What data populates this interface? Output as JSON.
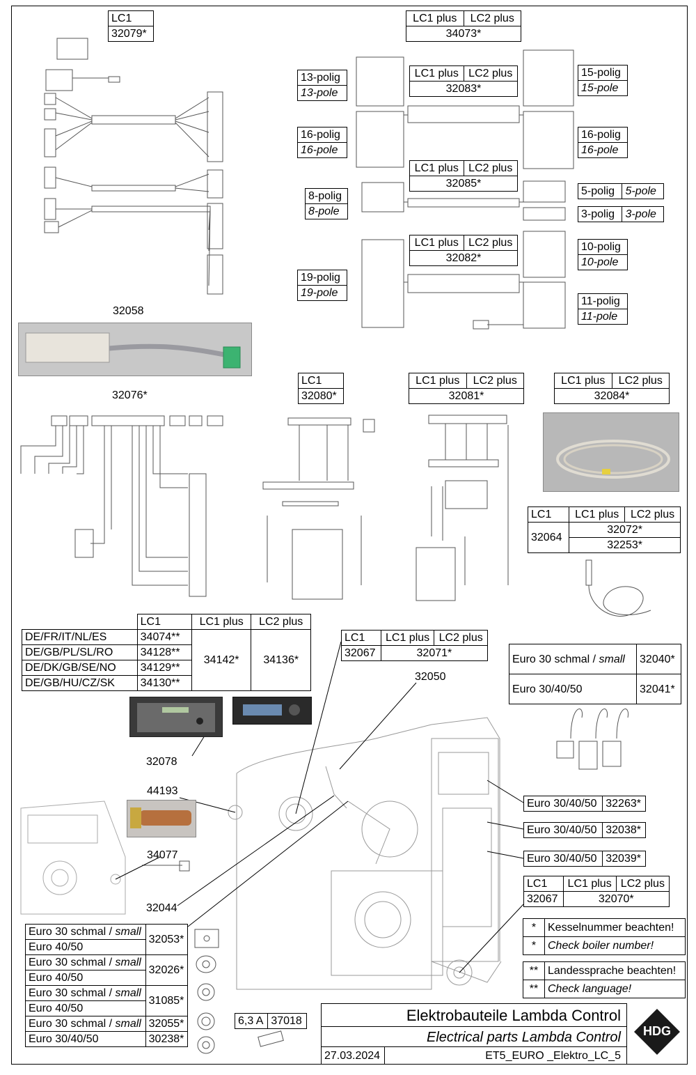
{
  "parts": {
    "lc1_harness": {
      "model": "LC1",
      "number": "32079*"
    },
    "combo_harness": {
      "models": [
        "LC1 plus",
        "LC2 plus"
      ],
      "number": "34073*"
    },
    "harness_32083": {
      "models": [
        "LC1 plus",
        "LC2 plus"
      ],
      "number": "32083*"
    },
    "harness_32085": {
      "models": [
        "LC1 plus",
        "LC2 plus"
      ],
      "number": "32085*"
    },
    "harness_32082": {
      "models": [
        "LC1 plus",
        "LC2 plus"
      ],
      "number": "32082*"
    },
    "cable_32058": {
      "number": "32058"
    },
    "harness_32076": {
      "number": "32076*"
    },
    "kit_32080": {
      "model": "LC1",
      "number": "32080*"
    },
    "kit_32081": {
      "models": [
        "LC1 plus",
        "LC2 plus"
      ],
      "number": "32081*"
    },
    "cable_32084": {
      "models": [
        "LC1 plus",
        "LC2 plus"
      ],
      "number": "32084*"
    },
    "controller_32078": {
      "number": "32078"
    },
    "sensor_32050": {
      "number": "32050"
    },
    "sleeve_44193": {
      "number": "44193"
    },
    "sensor_34077": {
      "number": "34077"
    },
    "sensor_32044": {
      "number": "32044"
    }
  },
  "connectors": {
    "p13": {
      "de": "13-polig",
      "en": "13-pole"
    },
    "p16a": {
      "de": "16-polig",
      "en": "16-pole"
    },
    "p15": {
      "de": "15-polig",
      "en": "15-pole"
    },
    "p16b": {
      "de": "16-polig",
      "en": "16-pole"
    },
    "p8": {
      "de": "8-polig",
      "en": "8-pole"
    },
    "p5": {
      "de": "5-polig",
      "en": "5-pole"
    },
    "p3": {
      "de": "3-polig",
      "en": "3-pole"
    },
    "p10": {
      "de": "10-polig",
      "en": "10-pole"
    },
    "p19": {
      "de": "19-polig",
      "en": "19-pole"
    },
    "p11": {
      "de": "11-polig",
      "en": "11-pole"
    }
  },
  "sensor_table": {
    "headers": [
      "LC1",
      "LC1 plus",
      "LC2 plus"
    ],
    "lc1": "32064",
    "rows": [
      "32072*",
      "32253*"
    ]
  },
  "language_table": {
    "headers": [
      "LC1",
      "LC1 plus",
      "LC2 plus"
    ],
    "rows": [
      {
        "lang": "DE/FR/IT/NL/ES",
        "lc1": "34074**"
      },
      {
        "lang": "DE/GB/PL/SL/RO",
        "lc1": "34128**"
      },
      {
        "lang": "DE/DK/GB/SE/NO",
        "lc1": "34129**"
      },
      {
        "lang": "DE/GB/HU/CZ/SK",
        "lc1": "34130**"
      }
    ],
    "lc1plus": "34142*",
    "lc2plus": "34136*"
  },
  "probe_table_top": {
    "headers": [
      "LC1",
      "LC1 plus",
      "LC2 plus"
    ],
    "lc1": "32067",
    "plus": "32071*"
  },
  "euro_table": {
    "rows": [
      {
        "label": "Euro 30 schmal / ",
        "label_en": "small",
        "number": "32040*"
      },
      {
        "label": "Euro 30/40/50",
        "label_en": "",
        "number": "32041*"
      }
    ]
  },
  "boards": [
    {
      "label": "Euro 30/40/50",
      "number": "32263*"
    },
    {
      "label": "Euro 30/40/50",
      "number": "32038*"
    },
    {
      "label": "Euro 30/40/50",
      "number": "32039*"
    }
  ],
  "probe_table_bottom": {
    "headers": [
      "LC1",
      "LC1 plus",
      "LC2 plus"
    ],
    "lc1": "32067",
    "plus": "32070*"
  },
  "notes": [
    {
      "mark": "*",
      "de": "Kesselnummer beachten!",
      "en": "Check boiler number!"
    },
    {
      "mark": "**",
      "de": "Landessprache beachten!",
      "en": "Check language!"
    }
  ],
  "gasket_table": {
    "small_prefix": "Euro 30 schmal / ",
    "small_word": "small",
    "large": "Euro 40/50",
    "all": "Euro 30/40/50",
    "numbers": [
      "32053*",
      "32026*",
      "31085*",
      "32055*",
      "30238*"
    ]
  },
  "fuse": {
    "rating": "6,3 A",
    "number": "37018"
  },
  "title_block": {
    "title_de": "Elektrobauteile Lambda Control",
    "title_en": "Electrical parts Lambda Control",
    "date": "27.03.2024",
    "drawing_no": "ET5_EURO _Elektro_LC_5",
    "logo": "HDG"
  },
  "colors": {
    "line": "#000000",
    "drawing": "#555555",
    "cable_gray": "#9a9aa0",
    "connector_green": "#3cb371",
    "photo_bg": "#b8b8b8"
  }
}
